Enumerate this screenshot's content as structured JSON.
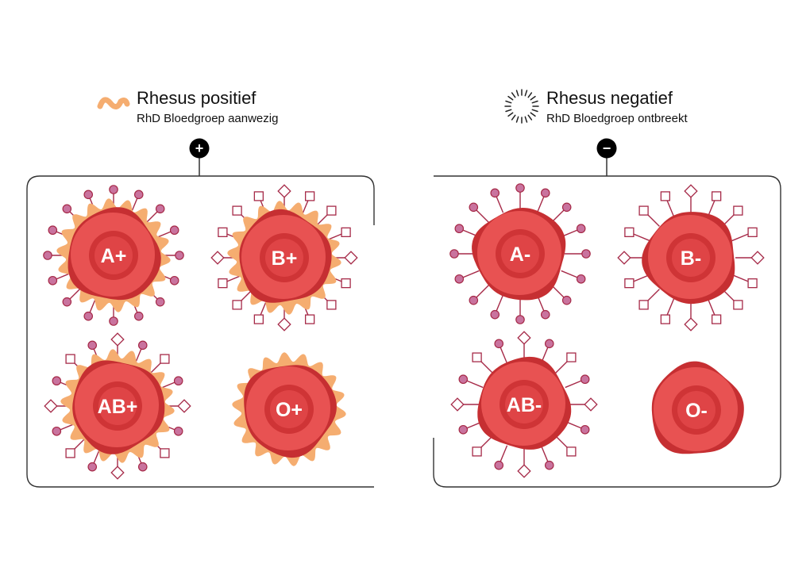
{
  "colors": {
    "cell_outer": "#c62f32",
    "cell_fill": "#e85252",
    "cell_ring": "#cf3436",
    "cell_core": "#df4446",
    "rhesus_protein": "#f5ad70",
    "antigen_a": "#c9739e",
    "antigen_stroke": "#a62a48",
    "frame": "#333333",
    "badge": "#000000"
  },
  "legend": {
    "positive": {
      "title": "Rhesus positief",
      "subtitle": "RhD Bloedgroep aanwezig",
      "badge": "+",
      "icon": "wavy-protein-icon"
    },
    "negative": {
      "title": "Rhesus negatief",
      "subtitle": "RhD Bloedgroep ontbreekt",
      "badge": "−",
      "icon": "dashed-circle-icon"
    }
  },
  "cells": [
    {
      "label": "A+",
      "group": "positive",
      "antigens": "A",
      "rhesus": true
    },
    {
      "label": "B+",
      "group": "positive",
      "antigens": "B",
      "rhesus": true
    },
    {
      "label": "AB+",
      "group": "positive",
      "antigens": "AB",
      "rhesus": true
    },
    {
      "label": "O+",
      "group": "positive",
      "antigens": "O",
      "rhesus": true
    },
    {
      "label": "A-",
      "group": "negative",
      "antigens": "A",
      "rhesus": false
    },
    {
      "label": "B-",
      "group": "negative",
      "antigens": "B",
      "rhesus": false
    },
    {
      "label": "AB-",
      "group": "negative",
      "antigens": "AB",
      "rhesus": false
    },
    {
      "label": "O-",
      "group": "negative",
      "antigens": "O",
      "rhesus": false
    }
  ]
}
